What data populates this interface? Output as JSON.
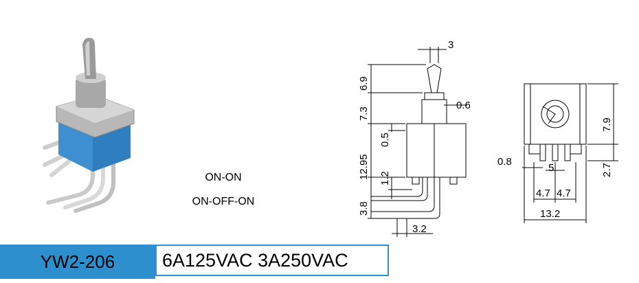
{
  "modes": [
    "ON-ON",
    "ON-OFF-ON"
  ],
  "model": "YW2-206",
  "rating": "6A125VAC 3A250VAC",
  "dims": {
    "toggle_width": "3",
    "toggle_height": "6.9",
    "bushing_height": "7.3",
    "bushing_step": "0.6",
    "frame_thickness": "0.5",
    "body_height": "12.95",
    "terminal_offset": "1.2",
    "pin_height": "3.8",
    "pin_spacing_side": "3.2",
    "top_height": "7.9",
    "terminal_length": "2.7",
    "pin_width": "0.8",
    "pin_gap": "5",
    "pin_pitch_left": "4.7",
    "pin_pitch_right": "4.7",
    "total_width": "13.2"
  },
  "colors": {
    "accent": "#2e8fcf",
    "switch_body": "#3d8fd0"
  }
}
